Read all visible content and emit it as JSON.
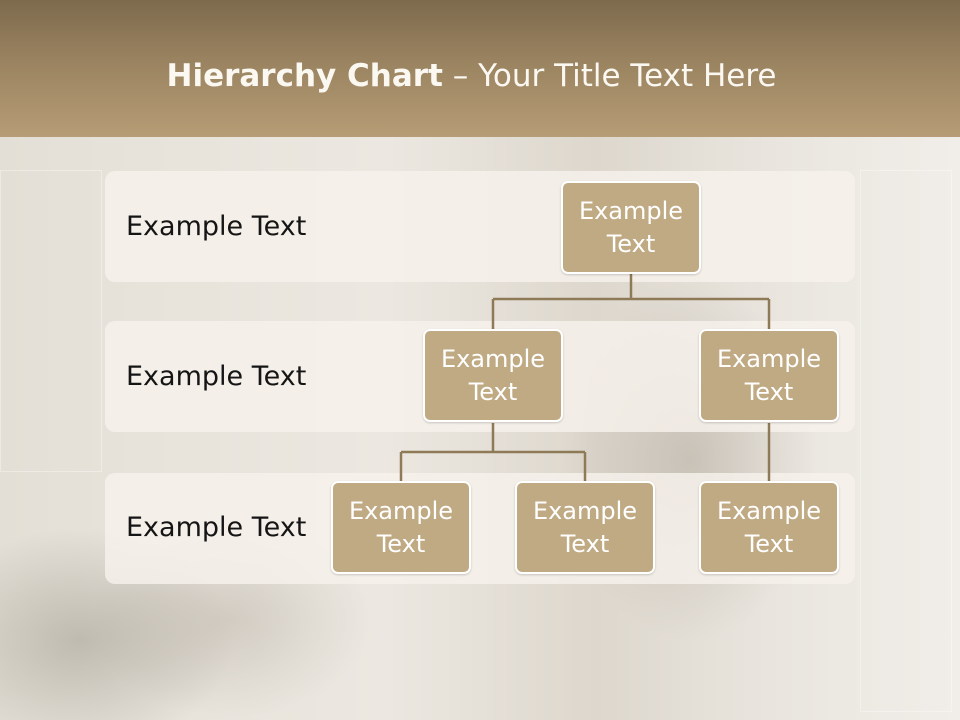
{
  "slide": {
    "title_bold": "Hierarchy Chart",
    "title_rest": " – Your Title Text Here"
  },
  "levels": [
    {
      "label": "Example Text"
    },
    {
      "label": "Example Text"
    },
    {
      "label": "Example Text"
    }
  ],
  "nodes": {
    "root": "Example Text",
    "level2_left": "Example Text",
    "level2_right": "Example Text",
    "level3_left": "Example Text",
    "level3_middle": "Example Text",
    "level3_right": "Example Text"
  },
  "colors": {
    "header": "#a38c66",
    "node_fill": "#c0aa83",
    "node_border": "#ffffff",
    "connector": "#8f7a58"
  }
}
